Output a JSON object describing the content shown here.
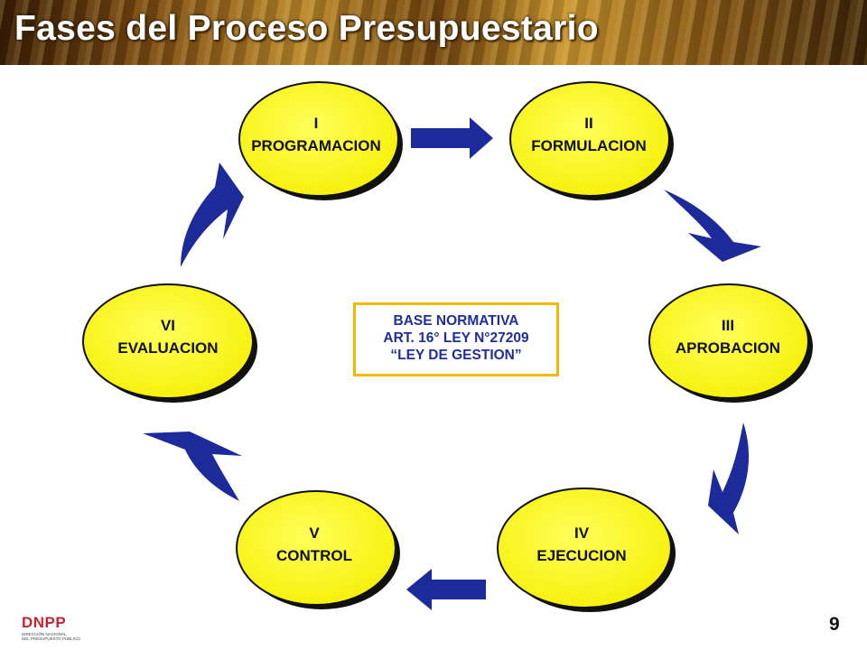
{
  "slide": {
    "title": "Fases del Proceso Presupuestario",
    "page_number": "9"
  },
  "phases": [
    {
      "numeral": "I",
      "label": "PROGRAMACION"
    },
    {
      "numeral": "II",
      "label": "FORMULACION"
    },
    {
      "numeral": "III",
      "label": "APROBACION"
    },
    {
      "numeral": "IV",
      "label": "EJECUCION"
    },
    {
      "numeral": "V",
      "label": "CONTROL"
    },
    {
      "numeral": "VI",
      "label": "EVALUACION"
    }
  ],
  "base_normativa": {
    "line1": "BASE NORMATIVA",
    "line2": "ART. 16° LEY N°27209",
    "line3": "“LEY DE GESTION”"
  },
  "logo": {
    "name": "DNPP",
    "line1": "DIRECCIÓN NACIONAL",
    "line2": "DEL PRESUPUESTO PÚBLICO"
  },
  "colors": {
    "node_fill": "#ffff1a",
    "arrow": "#1c2a9a",
    "box_border": "#f5b800",
    "box_text": "#1f2e9c"
  }
}
